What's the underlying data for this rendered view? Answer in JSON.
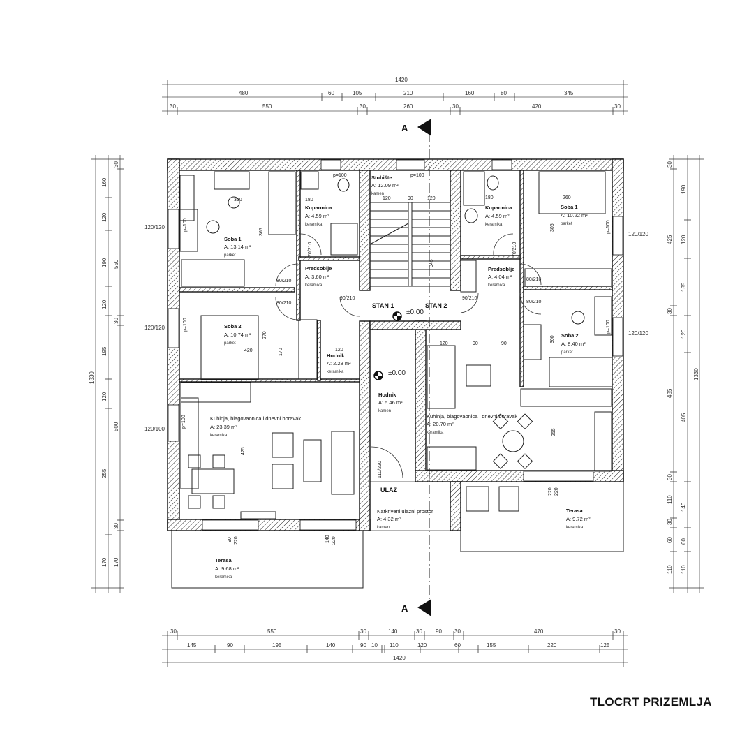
{
  "title": "TLOCRT PRIZEMLJA",
  "section_marker": "A",
  "level_mark": "±0.00",
  "units": {
    "stan1": "STAN 1",
    "stan2": "STAN 2"
  },
  "entrance": "ULAZ",
  "rooms": [
    {
      "name": "Soba 1",
      "area": "A: 13.14 m²",
      "floor": "parket"
    },
    {
      "name": "Kupaonica",
      "area": "A: 4.59 m²",
      "floor": "keramika"
    },
    {
      "name": "Predsoblje",
      "area": "A: 3.60 m²",
      "floor": "keramika"
    },
    {
      "name": "Soba 2",
      "area": "A: 10.74 m²",
      "floor": "parket"
    },
    {
      "name": "Hodnik",
      "area": "A: 2.28 m²",
      "floor": "keramika"
    },
    {
      "name": "Kuhinja, blagovaonica i dnevni boravak",
      "area": "A: 23.39 m²",
      "floor": "keramika"
    },
    {
      "name": "Stubište",
      "area": "A: 12.09 m²",
      "floor": "kamen"
    },
    {
      "name": "Hodnik",
      "area": "A: 5.46 m²",
      "floor": "kamen"
    },
    {
      "name": "Natkriveni ulazni prostor",
      "area": "A: 4.32 m²",
      "floor": "kamen"
    },
    {
      "name": "Kupaonica",
      "area": "A: 4.59 m²",
      "floor": "keramika"
    },
    {
      "name": "Soba 1",
      "area": "A: 10.22 m²",
      "floor": "parket"
    },
    {
      "name": "Predsoblje",
      "area": "A: 4.04 m²",
      "floor": "keramika"
    },
    {
      "name": "Soba 2",
      "area": "A: 8.40 m²",
      "floor": "parket"
    },
    {
      "name": "Kuhinja, blagovaonica i dnevni boravak",
      "area": "A: 20.70 m²",
      "floor": "keramika"
    },
    {
      "name": "Terasa",
      "area": "A: 9.72 m²",
      "floor": "keramika"
    },
    {
      "name": "Terasa",
      "area": "A: 9.68 m²",
      "floor": "keramika"
    }
  ],
  "doors": [
    "80/210",
    "80/210",
    "70/210",
    "90/210",
    "90/210",
    "80/210",
    "80/210",
    "70/210",
    "110/220"
  ],
  "windows": [
    "p=100",
    "p=100",
    "p=100",
    "p=100",
    "p=100",
    "p=100",
    "p=100"
  ],
  "dims_top": {
    "total": "1420",
    "row2": [
      "480",
      "60",
      "105",
      "210",
      "160",
      "80",
      "345"
    ],
    "row3": [
      "30",
      "550",
      "30",
      "260",
      "30",
      "420",
      "30"
    ]
  },
  "dims_bottom": {
    "row1": [
      "30",
      "550",
      "30",
      "140",
      "30",
      "90",
      "30",
      "470",
      "30"
    ],
    "row2": [
      "145",
      "90",
      "195",
      "140",
      "90",
      "10",
      "110",
      "120",
      "60",
      "155",
      "220",
      "125"
    ],
    "total": "1420"
  },
  "dims_left": {
    "total": "1330",
    "row2": [
      "160",
      "120",
      "190",
      "120",
      "195",
      "120",
      "255",
      "170"
    ],
    "row3": [
      "30",
      "550",
      "30",
      "500",
      "30",
      "170"
    ],
    "windows": [
      "120/120",
      "120/120",
      "120/100"
    ]
  },
  "dims_right": {
    "total": "1330",
    "row2": [
      "190",
      "120",
      "185",
      "120",
      "405",
      "140",
      "60",
      "110"
    ],
    "row1": [
      "30",
      "425",
      "30",
      "485",
      "30",
      "110",
      "30",
      "60",
      "110"
    ],
    "windows": [
      "120/120",
      "120/120"
    ]
  },
  "interior_dims": [
    "360",
    "365",
    "180",
    "270",
    "420",
    "170",
    "120",
    "425",
    "120",
    "90",
    "120",
    "345",
    "180",
    "260",
    "305",
    "300",
    "120",
    "90",
    "90",
    "255",
    "220",
    "220",
    "90",
    "220",
    "140",
    "220"
  ]
}
